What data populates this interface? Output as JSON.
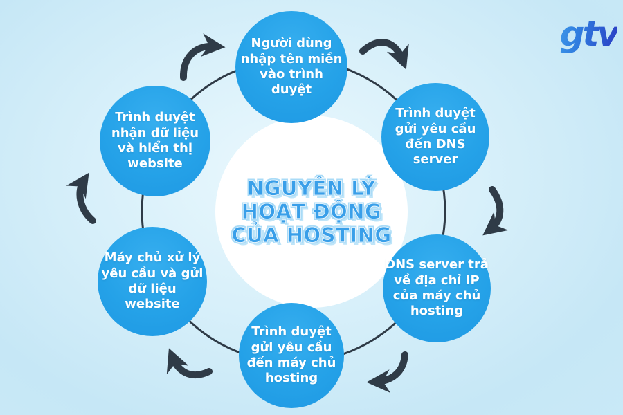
{
  "page": {
    "background_color_outer": "#c6e7f6",
    "background_color_inner": "#eaf8fd"
  },
  "logo": {
    "text": "gtv",
    "gradient_start": "#4ab2f2",
    "gradient_end": "#2b43c6"
  },
  "center": {
    "title_lines": [
      "NGUYÊN LÝ",
      "HOẠT ĐỘNG",
      "CỦA HOSTING"
    ],
    "title_full": "NGUYÊN LÝ HOẠT ĐỘNG CỦA HOSTING",
    "text_color": "#399fe9",
    "circle_color": "#ffffff"
  },
  "cycle": {
    "node_color": "#25a2e8",
    "node_text_color": "#ffffff",
    "ring_color": "#2f3b47",
    "arrow_color": "#2f3b47",
    "direction": "clockwise",
    "steps": [
      {
        "id": "step-1",
        "position": "top",
        "label": "Người dùng nhập tên miền vào trình duyệt"
      },
      {
        "id": "step-2",
        "position": "top-right",
        "label": "Trình duyệt gửi yêu cầu đến DNS server"
      },
      {
        "id": "step-3",
        "position": "bottom-right",
        "label": "DNS server trả về địa chỉ IP của máy chủ hosting"
      },
      {
        "id": "step-4",
        "position": "bottom",
        "label": "Trình duyệt gửi yêu cầu đến máy chủ hosting"
      },
      {
        "id": "step-5",
        "position": "bottom-left",
        "label": "Máy chủ xử lý yêu cầu và gửi dữ liệu website"
      },
      {
        "id": "step-6",
        "position": "top-left",
        "label": "Trình duyệt nhận dữ liệu và hiển thị website"
      }
    ]
  }
}
